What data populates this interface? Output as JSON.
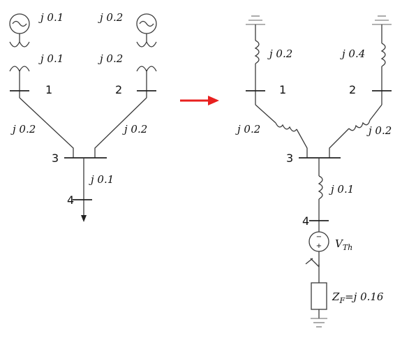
{
  "left": {
    "gen1_x": "j 0.1",
    "gen2_x": "j 0.2",
    "xf1_x": "j 0.1",
    "xf2_x": "j 0.2",
    "line13_x": "j 0.2",
    "line23_x": "j 0.2",
    "line34_x": "j 0.1",
    "bus1": "1",
    "bus2": "2",
    "bus3": "3",
    "bus4": "4"
  },
  "right": {
    "z1": "j 0.2",
    "z2": "j 0.4",
    "z13": "j 0.2",
    "z23": "j 0.2",
    "z34": "j 0.1",
    "bus1": "1",
    "bus2": "2",
    "bus3": "3",
    "bus4": "4",
    "source_label": "V",
    "source_sub": "Th",
    "source_minus": "−",
    "source_plus": "+",
    "fault_label": "Z",
    "fault_sub": "F",
    "fault_value": "=j 0.16"
  },
  "colors": {
    "arrow": "#e8201f",
    "line": "#3a3a3a"
  }
}
